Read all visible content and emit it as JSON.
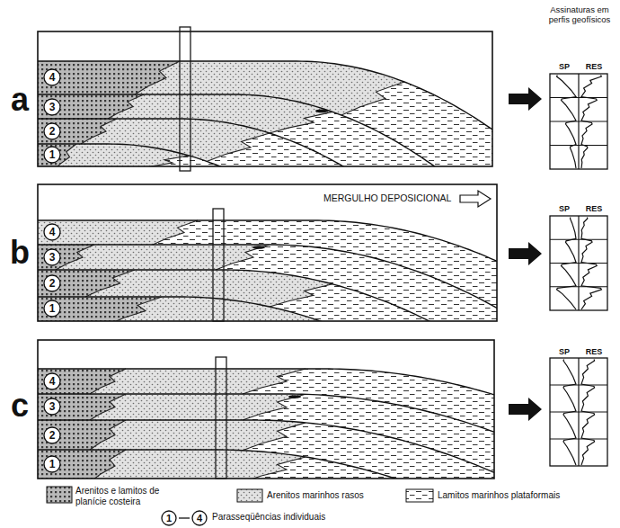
{
  "diagram": {
    "nodes": [
      {
        "text": [
          "1"
        ]
      },
      {
        "text": [
          "2"
        ]
      },
      {
        "text": [
          "3"
        ]
      },
      {
        "text": [
          "4"
        ]
      },
      {
        "text": [
          "1"
        ]
      },
      {
        "text": [
          "2"
        ]
      },
      {
        "text": [
          "3"
        ]
      },
      {
        "text": [
          "4"
        ]
      },
      {
        "text": [
          "1"
        ]
      },
      {
        "text": [
          "2"
        ]
      },
      {
        "text": [
          "3"
        ]
      },
      {
        "text": [
          "4"
        ]
      },
      {
        "text": [
          "1"
        ]
      },
      {
        "text": [
          "4"
        ]
      }
    ],
    "labels": [
      "Assinaturas em perfis geofísicos",
      "a",
      "SP",
      "RES",
      "MERGULHO DEPOSICIONAL",
      "b",
      "SP",
      "RES",
      "c",
      "SP",
      "RES"
    ],
    "legend": [
      {
        "text": "Arenitos e lamitos de planície costeira"
      },
      {
        "text": "Arenitos marinhos rasos"
      },
      {
        "text": "Lamitos marinhos plataformais"
      },
      {
        "text": "Parasseqüências individuais"
      }
    ]
  }
}
